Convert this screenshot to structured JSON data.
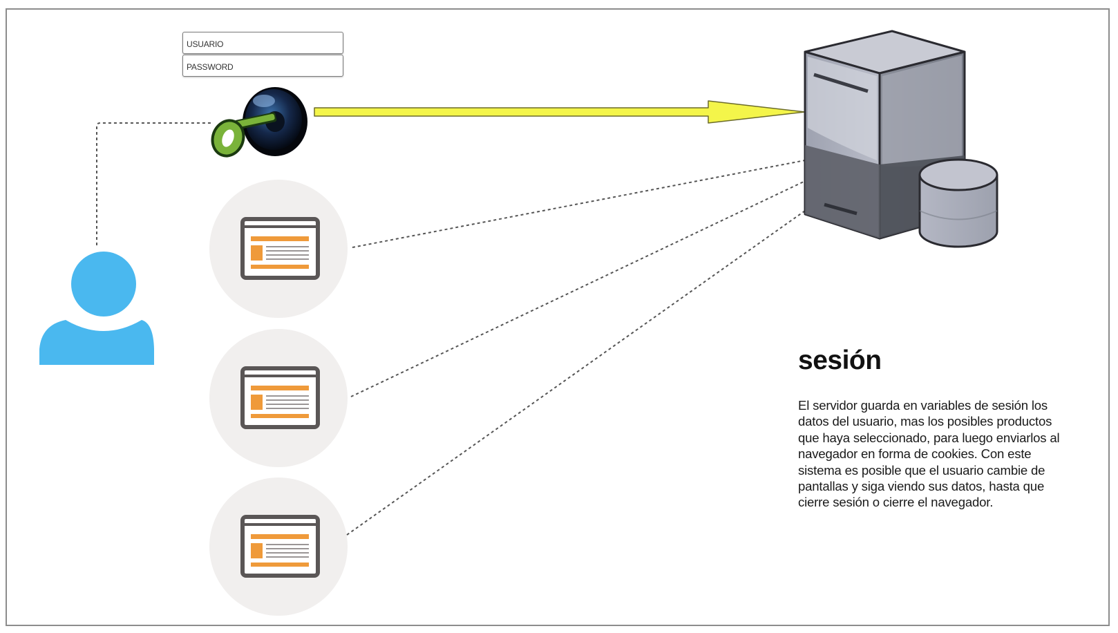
{
  "login": {
    "username_label": "USUARIO",
    "password_label": "PASSWORD"
  },
  "session": {
    "title": "sesión",
    "description": "El servidor guarda en variables de sesión los datos del usuario, mas los posibles productos que haya seleccionado, para luego enviarlos al navegador en forma de cookies. Con este sistema es posible que el usuario cambie de pantallas y siga viendo sus datos, hasta que cierre sesión o cierre el navegador."
  },
  "colors": {
    "user": "#4ab8ef",
    "arrow": "#f4f54a",
    "page_accent": "#ef9a3a",
    "page_circle": "#f1efee",
    "server": "#a9adb9",
    "key_green": "#7ab33a"
  },
  "icons": [
    "user-icon",
    "key-icon",
    "web-page-icon",
    "server-icon",
    "database-icon"
  ]
}
